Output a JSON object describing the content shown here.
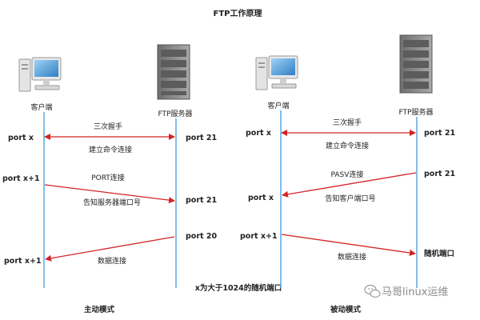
{
  "title": "FTP工作原理",
  "note": "x为大于1024的随机端口",
  "watermark": {
    "text": "马哥linux运维",
    "icon": "wechat-icon"
  },
  "colors": {
    "arrow": "#d42424",
    "lifeline": "#5aa9e6",
    "text": "#222222"
  },
  "active": {
    "mode_label": "主动模式",
    "client_label": "客户端",
    "server_label": "FTP服务器",
    "client_ports": [
      "port x",
      "port x+1",
      "port x+1"
    ],
    "server_ports": [
      "port 21",
      "port 21",
      "port 20"
    ],
    "messages": [
      "三次握手",
      "建立命令连接",
      "PORT连接",
      "告知服务器端口号",
      "数据连接"
    ]
  },
  "passive": {
    "mode_label": "被动模式",
    "client_label": "客户端",
    "server_label": "FTP服务器",
    "client_ports": [
      "port x",
      "port x",
      "port x+1"
    ],
    "server_ports": [
      "port 21",
      "port 21",
      "随机端口"
    ],
    "messages": [
      "三次握手",
      "建立命令连接",
      "PASV连接",
      "告知客户端口号",
      "数据连接"
    ]
  }
}
